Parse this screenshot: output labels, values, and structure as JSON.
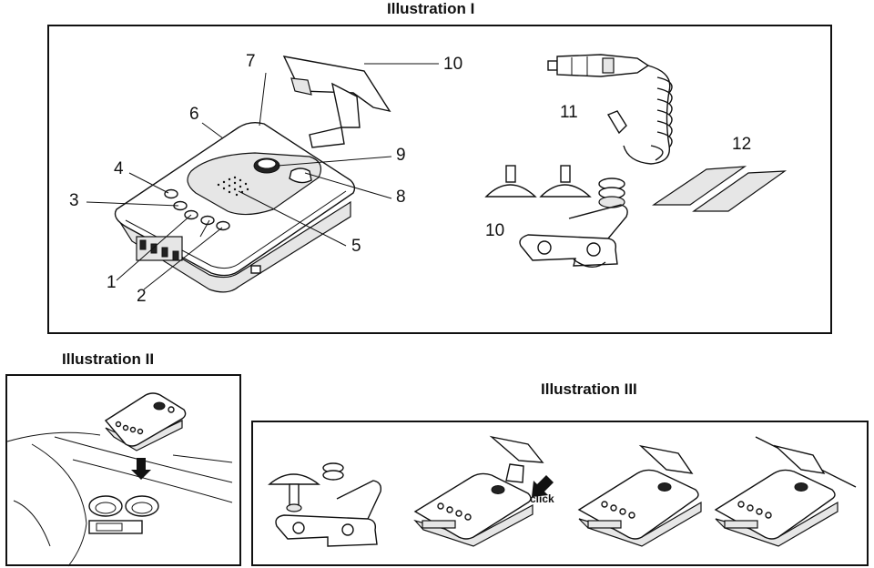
{
  "titles": {
    "ill1": "Illustration I",
    "ill2": "Illustration II",
    "ill3": "Illustration III"
  },
  "callouts": {
    "c1": "1",
    "c2": "2",
    "c3": "3",
    "c4": "4",
    "c5": "5",
    "c6": "6",
    "c7": "7",
    "c8": "8",
    "c9": "9",
    "c10a": "10",
    "c10b": "10",
    "c11": "11",
    "c12": "12"
  },
  "ill3_click": "click"
}
